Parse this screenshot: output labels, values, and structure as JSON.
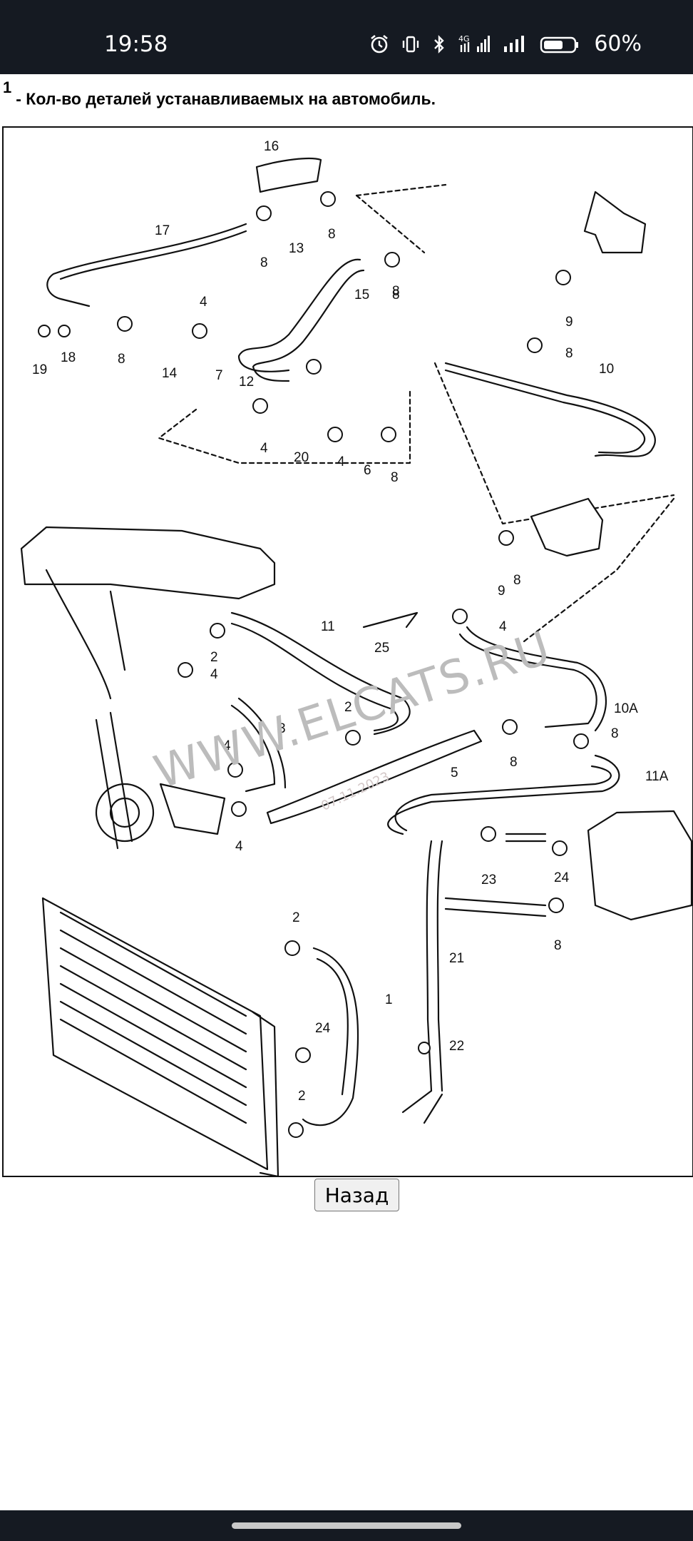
{
  "status_bar": {
    "time": "19:58",
    "network": "4G",
    "battery_percent": "60%",
    "icons": [
      "alarm-icon",
      "vibrate-icon",
      "bluetooth-icon",
      "signal-icon",
      "battery-icon"
    ]
  },
  "note": {
    "index": "1",
    "text": "- Кол-во деталей устанавливаемых на автомобиль."
  },
  "diagram": {
    "watermark": "WWW.ELCATS.RU",
    "watermark_date": "07.11.2023",
    "part_labels": [
      "16",
      "17",
      "13",
      "8",
      "8",
      "8",
      "15",
      "8",
      "4",
      "19",
      "18",
      "8",
      "14",
      "9",
      "8",
      "7",
      "12",
      "4",
      "20",
      "4",
      "6",
      "8",
      "10",
      "8",
      "9",
      "4",
      "11",
      "25",
      "2",
      "4",
      "3",
      "2",
      "10A",
      "4",
      "8",
      "8",
      "5",
      "11A",
      "4",
      "23",
      "24",
      "8",
      "2",
      "21",
      "1",
      "24",
      "22",
      "2"
    ]
  },
  "back_button": {
    "label": "Назад"
  }
}
